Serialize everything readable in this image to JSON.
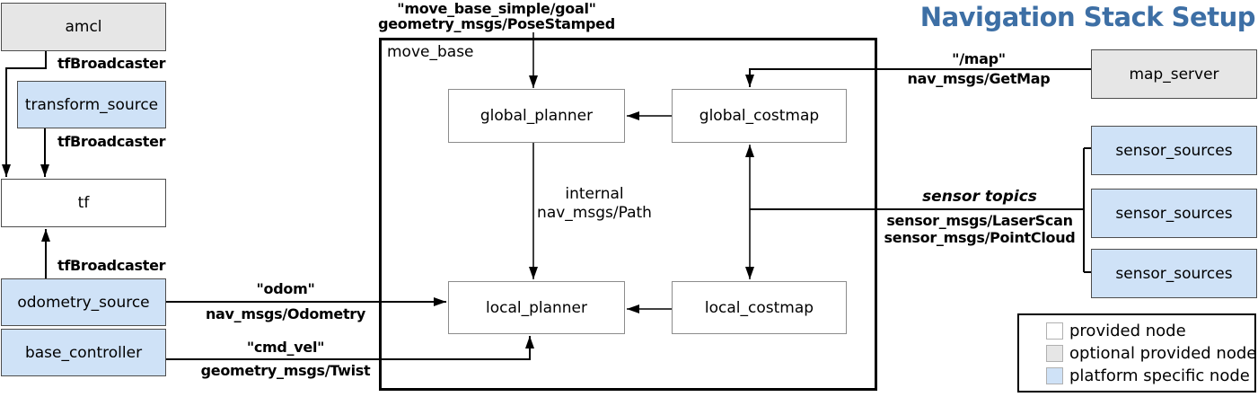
{
  "title": "Navigation Stack Setup",
  "nodes": {
    "amcl": "amcl",
    "transform_source": "transform_source",
    "tf": "tf",
    "odometry_source": "odometry_source",
    "base_controller": "base_controller",
    "move_base": "move_base",
    "global_planner": "global_planner",
    "global_costmap": "global_costmap",
    "local_planner": "local_planner",
    "local_costmap": "local_costmap",
    "map_server": "map_server",
    "sensor_sources_1": "sensor_sources",
    "sensor_sources_2": "sensor_sources",
    "sensor_sources_3": "sensor_sources"
  },
  "edges": {
    "goal_topic": "\"move_base_simple/goal\"",
    "goal_type": "geometry_msgs/PoseStamped",
    "tf_broadcaster_amcl": "tfBroadcaster",
    "tf_broadcaster_transform": "tfBroadcaster",
    "tf_broadcaster_odometry": "tfBroadcaster",
    "map_topic": "\"/map\"",
    "map_type": "nav_msgs/GetMap",
    "sensor_topics": "sensor topics",
    "sensor_type_laser": "sensor_msgs/LaserScan",
    "sensor_type_cloud": "sensor_msgs/PointCloud",
    "internal_label": "internal",
    "internal_type": "nav_msgs/Path",
    "odom_topic": "\"odom\"",
    "odom_type": "nav_msgs/Odometry",
    "cmd_vel_topic": "\"cmd_vel\"",
    "cmd_vel_type": "geometry_msgs/Twist"
  },
  "legend": {
    "items": [
      {
        "label": "provided node",
        "color": "#ffffff"
      },
      {
        "label": "optional provided node",
        "color": "#e6e6e6"
      },
      {
        "label": "platform specific node",
        "color": "#cfe2f7"
      }
    ]
  },
  "colors": {
    "title": "#3d6fa5",
    "provided_node": "#ffffff",
    "optional_provided_node": "#e6e6e6",
    "platform_specific_node": "#cfe2f7",
    "line": "#000000"
  }
}
